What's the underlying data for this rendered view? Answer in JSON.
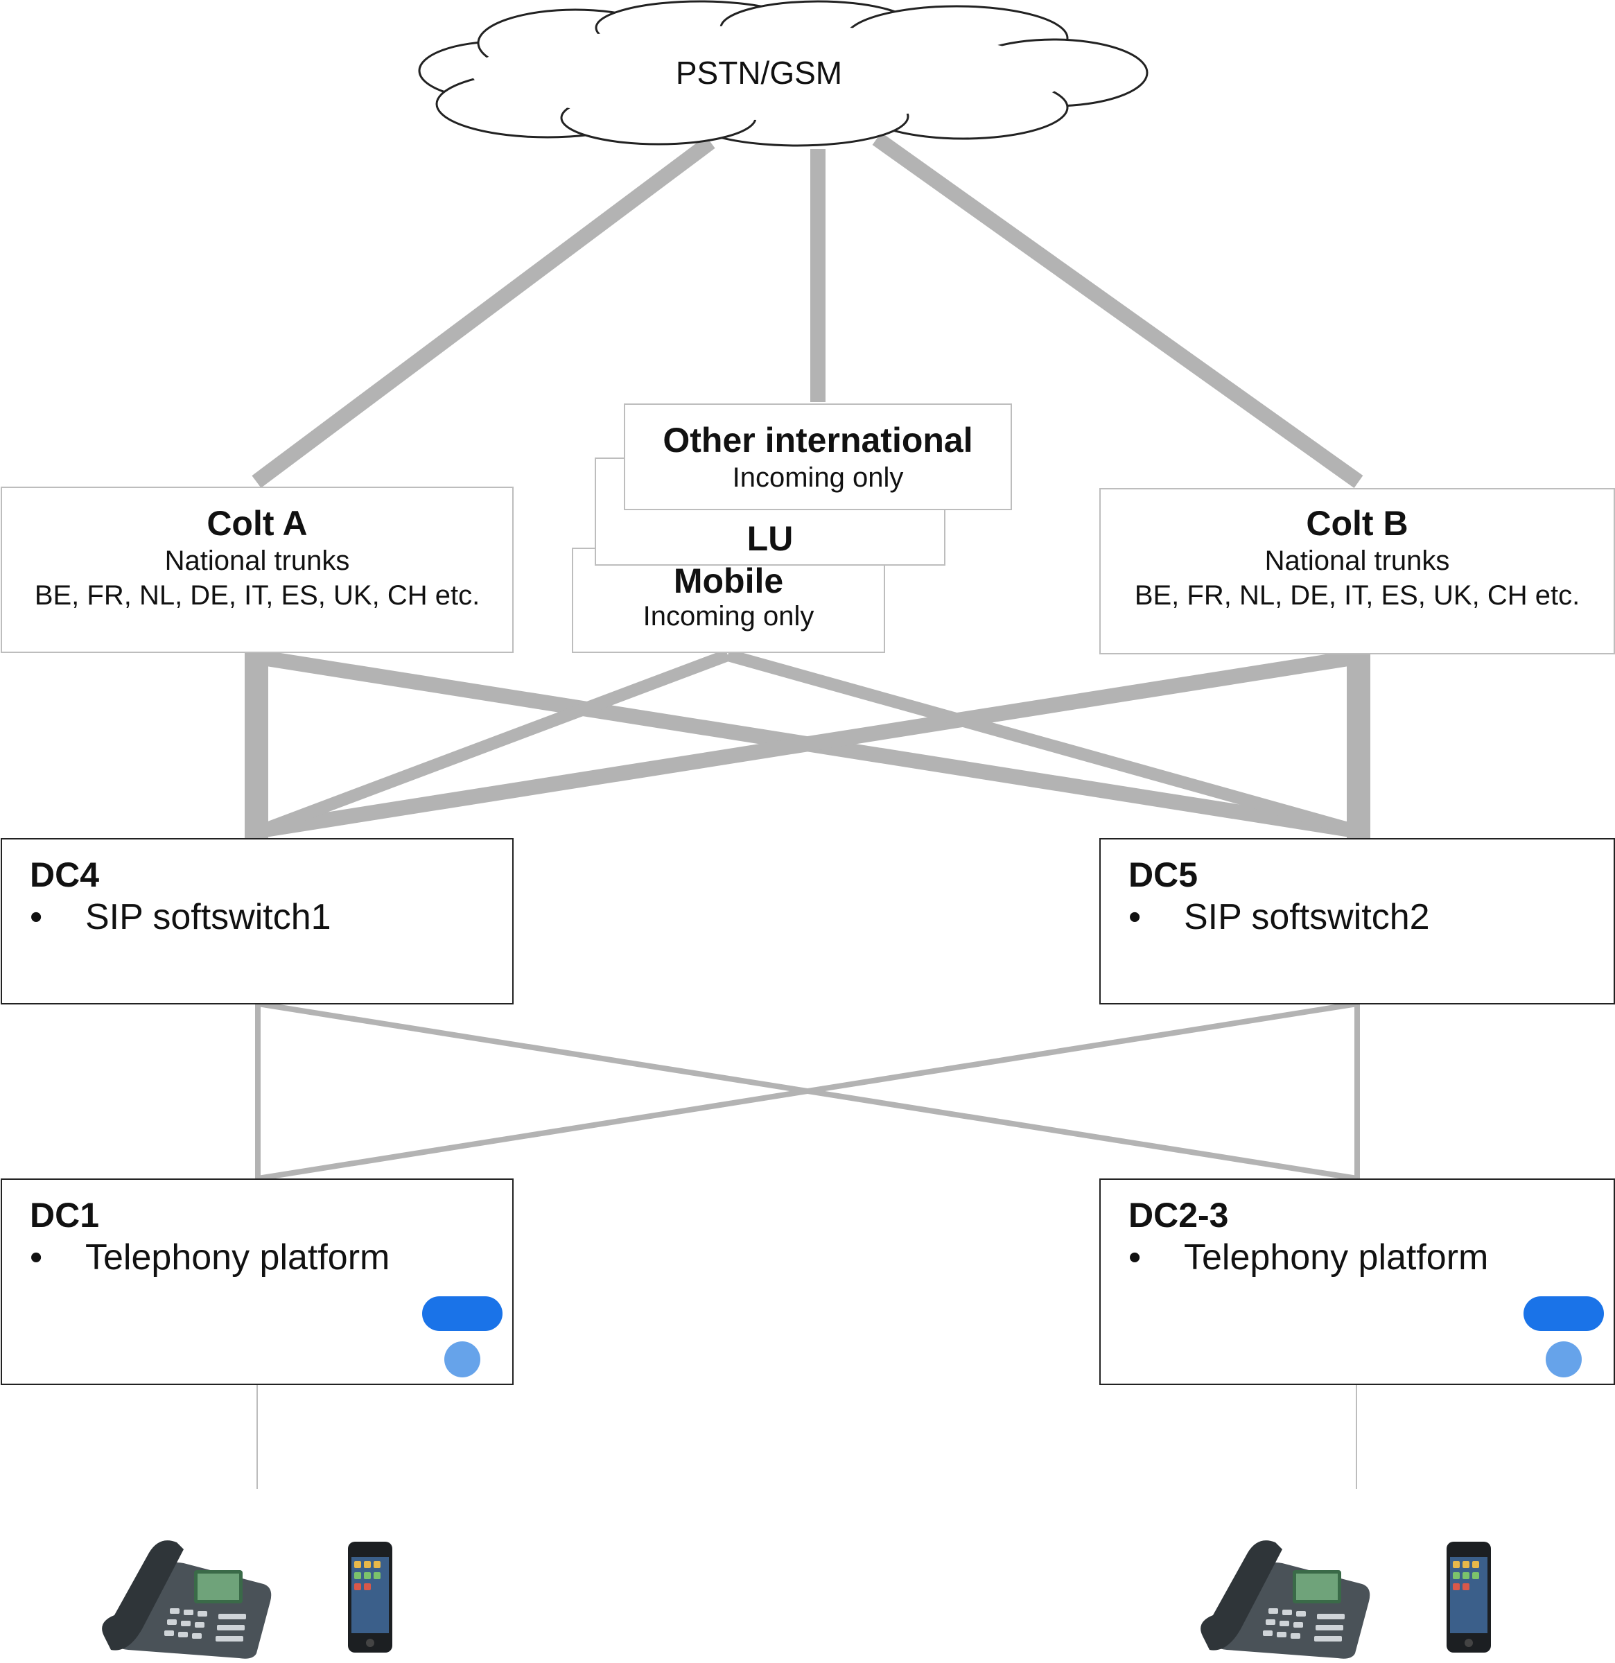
{
  "cloud": {
    "label": "PSTN/GSM"
  },
  "carriers": {
    "colt_a": {
      "title": "Colt A",
      "line1": "National trunks",
      "line2": "BE, FR, NL, DE, IT, ES, UK, CH etc."
    },
    "colt_b": {
      "title": "Colt B",
      "line1": "National trunks",
      "line2": "BE, FR, NL, DE, IT, ES, UK, CH etc."
    },
    "other_international": {
      "title": "Other international",
      "line1": "Incoming only"
    },
    "lu": {
      "title": "LU"
    },
    "mobile": {
      "title": "Mobile",
      "line1": "Incoming only"
    }
  },
  "datacenters": {
    "dc4": {
      "title": "DC4",
      "bullet": "•",
      "item": "SIP softswitch1"
    },
    "dc5": {
      "title": "DC5",
      "bullet": "•",
      "item": "SIP softswitch2"
    },
    "dc1": {
      "title": "DC1",
      "bullet": "•",
      "item": "Telephony platform"
    },
    "dc23": {
      "title": "DC2-3",
      "bullet": "•",
      "item": "Telephony platform"
    }
  },
  "colors": {
    "link": "#b3b3b3",
    "border": "#222222",
    "badge_primary": "#1a73e8",
    "badge_secondary": "#66a3ea"
  },
  "icons": [
    "cloud-icon",
    "desk-phone-icon",
    "mobile-phone-icon",
    "platform-badge-icon"
  ]
}
